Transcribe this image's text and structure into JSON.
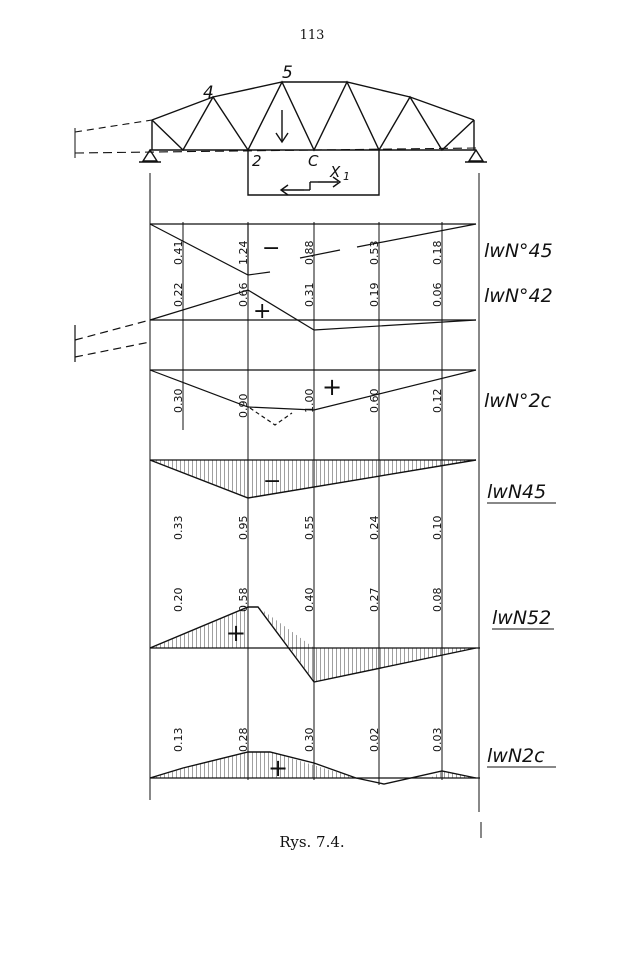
{
  "page_number": "113",
  "caption": "Rys. 7.4.",
  "truss": {
    "node_labels": [
      "4",
      "5",
      "2",
      "C",
      "X",
      "1"
    ]
  },
  "sign_labels": {
    "minus": "−",
    "plus": "+"
  },
  "influence_lines": [
    {
      "label": "lwN°45",
      "values": [
        "0.41",
        "1.24",
        "0.88",
        "0.53",
        "0.18"
      ]
    },
    {
      "label": "lwN°42",
      "values": [
        "0.22",
        "0.66",
        "0.31",
        "0.19",
        "0.06"
      ]
    },
    {
      "label": "lwN°2c",
      "values": [
        "0.30",
        "0.90",
        "1.00",
        "0.60",
        "0.12"
      ]
    },
    {
      "label": "lwN45",
      "values": [
        "0.33",
        "0.95",
        "0.55",
        "0.24",
        "0.10"
      ]
    },
    {
      "label": "lwN52",
      "values": [
        "0.20",
        "0.58",
        "0.40",
        "0.27",
        "0.08"
      ]
    },
    {
      "label": "lwN2c",
      "values": [
        "0.13",
        "0.28",
        "0.30",
        "0.02",
        "0.03"
      ]
    }
  ]
}
